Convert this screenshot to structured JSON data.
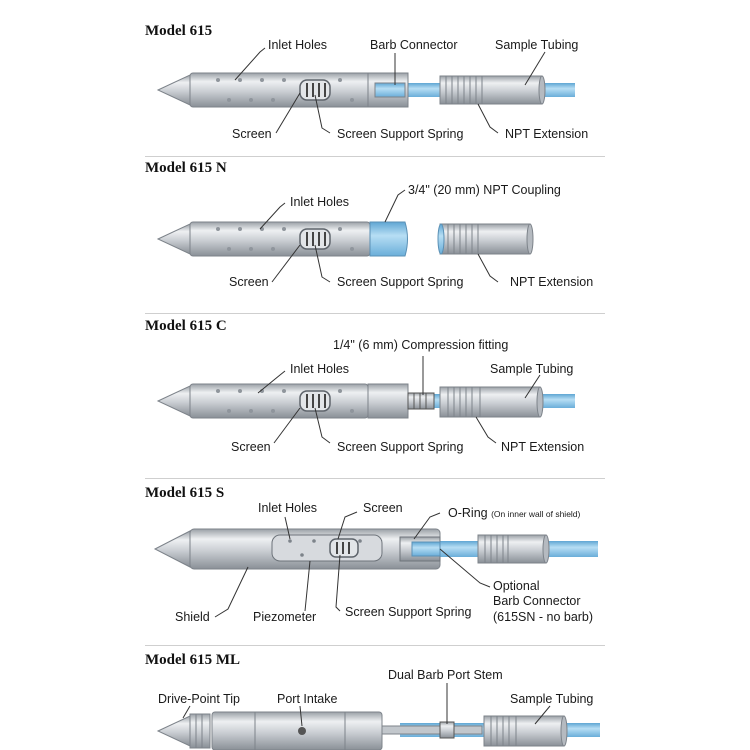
{
  "panels": [
    {
      "title": "Model 615",
      "labels": {
        "inlet_holes": "Inlet Holes",
        "barb_connector": "Barb Connector",
        "sample_tubing": "Sample Tubing",
        "screen": "Screen",
        "screen_support_spring": "Screen Support Spring",
        "npt_extension": "NPT Extension"
      }
    },
    {
      "title": "Model 615 N",
      "labels": {
        "inlet_holes": "Inlet Holes",
        "npt_coupling": "3/4\" (20 mm) NPT Coupling",
        "screen": "Screen",
        "screen_support_spring": "Screen Support Spring",
        "npt_extension": "NPT Extension"
      }
    },
    {
      "title": "Model 615 C",
      "labels": {
        "compression_fitting": "1/4\" (6 mm) Compression fitting",
        "inlet_holes": "Inlet Holes",
        "sample_tubing": "Sample Tubing",
        "screen": "Screen",
        "screen_support_spring": "Screen Support Spring",
        "npt_extension": "NPT Extension"
      }
    },
    {
      "title": "Model 615 S",
      "labels": {
        "inlet_holes": "Inlet Holes",
        "screen": "Screen",
        "o_ring": "O-Ring",
        "o_ring_note": "(On inner wall of shield)",
        "optional": "Optional",
        "barb_connector": "Barb Connector",
        "no_barb": "(615SN - no barb)",
        "shield": "Shield",
        "piezometer": "Piezometer",
        "screen_support_spring": "Screen Support Spring"
      }
    },
    {
      "title": "Model 615 ML",
      "labels": {
        "dual_barb_port_stem": "Dual Barb Port Stem",
        "drive_point_tip": "Drive-Point Tip",
        "port_intake": "Port Intake",
        "sample_tubing": "Sample Tubing"
      }
    }
  ],
  "colors": {
    "steel": "#c9cdd2",
    "steel_dark": "#8f959c",
    "tubing_blue": "#8ec5e6",
    "divider": "#cfcfcf"
  }
}
